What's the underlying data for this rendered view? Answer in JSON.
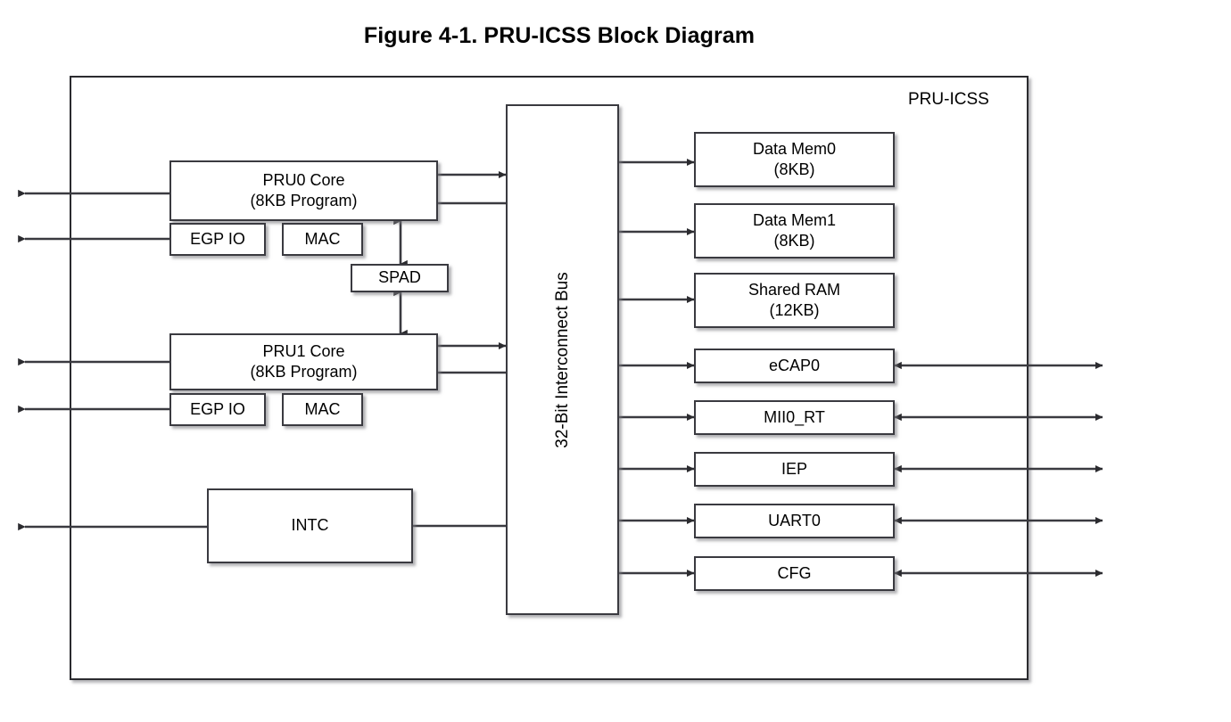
{
  "figure": {
    "title": "Figure 4-1. PRU-ICSS Block Diagram",
    "boundary_label": "PRU-ICSS"
  },
  "diagram_data": {
    "type": "block-diagram",
    "blocks": [
      {
        "id": "pru0_core",
        "label": "PRU0 Core",
        "sublabel": "(8KB Program)"
      },
      {
        "id": "pru0_egpio",
        "label": "EGP IO",
        "sublabel": ""
      },
      {
        "id": "pru0_mac",
        "label": "MAC",
        "sublabel": ""
      },
      {
        "id": "spad",
        "label": "SPAD",
        "sublabel": ""
      },
      {
        "id": "pru1_core",
        "label": "PRU1 Core",
        "sublabel": "(8KB Program)"
      },
      {
        "id": "pru1_egpio",
        "label": "EGP IO",
        "sublabel": ""
      },
      {
        "id": "pru1_mac",
        "label": "MAC",
        "sublabel": ""
      },
      {
        "id": "intc",
        "label": "INTC",
        "sublabel": ""
      },
      {
        "id": "bus",
        "label": "32-Bit Interconnect Bus",
        "sublabel": ""
      },
      {
        "id": "data_mem0",
        "label": "Data Mem0",
        "sublabel": "(8KB)"
      },
      {
        "id": "data_mem1",
        "label": "Data Mem1",
        "sublabel": "(8KB)"
      },
      {
        "id": "shared_ram",
        "label": "Shared RAM",
        "sublabel": "(12KB)"
      },
      {
        "id": "ecap0",
        "label": "eCAP0",
        "sublabel": ""
      },
      {
        "id": "mii0_rt",
        "label": "MII0_RT",
        "sublabel": ""
      },
      {
        "id": "iep",
        "label": "IEP",
        "sublabel": ""
      },
      {
        "id": "uart0",
        "label": "UART0",
        "sublabel": ""
      },
      {
        "id": "cfg",
        "label": "CFG",
        "sublabel": ""
      }
    ],
    "connections": [
      {
        "from": "external-left",
        "to": "pru0_core",
        "direction": "left"
      },
      {
        "from": "external-left",
        "to": "pru0_egpio",
        "direction": "both"
      },
      {
        "from": "pru0_core",
        "to": "bus",
        "direction": "right"
      },
      {
        "from": "bus",
        "to": "pru0_core",
        "direction": "left"
      },
      {
        "from": "pru0_mac",
        "to": "spad",
        "direction": "both"
      },
      {
        "from": "spad",
        "to": "pru1_core",
        "direction": "both"
      },
      {
        "from": "external-left",
        "to": "pru1_core",
        "direction": "left"
      },
      {
        "from": "external-left",
        "to": "pru1_egpio",
        "direction": "both"
      },
      {
        "from": "pru1_core",
        "to": "bus",
        "direction": "right"
      },
      {
        "from": "bus",
        "to": "pru1_core",
        "direction": "left"
      },
      {
        "from": "external-left",
        "to": "intc",
        "direction": "both"
      },
      {
        "from": "bus",
        "to": "intc",
        "direction": "left"
      },
      {
        "from": "bus",
        "to": "data_mem0",
        "direction": "right"
      },
      {
        "from": "bus",
        "to": "data_mem1",
        "direction": "right"
      },
      {
        "from": "bus",
        "to": "shared_ram",
        "direction": "right"
      },
      {
        "from": "bus",
        "to": "ecap0",
        "direction": "right"
      },
      {
        "from": "bus",
        "to": "mii0_rt",
        "direction": "right"
      },
      {
        "from": "bus",
        "to": "iep",
        "direction": "right"
      },
      {
        "from": "bus",
        "to": "uart0",
        "direction": "right"
      },
      {
        "from": "bus",
        "to": "cfg",
        "direction": "right"
      },
      {
        "from": "ecap0",
        "to": "external-right",
        "direction": "both"
      },
      {
        "from": "mii0_rt",
        "to": "external-right",
        "direction": "both"
      },
      {
        "from": "iep",
        "to": "external-right",
        "direction": "both"
      },
      {
        "from": "uart0",
        "to": "external-right",
        "direction": "both"
      },
      {
        "from": "cfg",
        "to": "external-right",
        "direction": "both"
      }
    ]
  },
  "blocks": {
    "pru0_core": {
      "label": "PRU0 Core",
      "sublabel": "(8KB Program)"
    },
    "pru0_egpio": {
      "label": "EGP IO"
    },
    "pru0_mac": {
      "label": "MAC"
    },
    "spad": {
      "label": "SPAD"
    },
    "pru1_core": {
      "label": "PRU1 Core",
      "sublabel": "(8KB Program)"
    },
    "pru1_egpio": {
      "label": "EGP IO"
    },
    "pru1_mac": {
      "label": "MAC"
    },
    "intc": {
      "label": "INTC"
    },
    "bus": {
      "label": "32-Bit Interconnect Bus"
    },
    "data_mem0": {
      "label": "Data Mem0",
      "sublabel": "(8KB)"
    },
    "data_mem1": {
      "label": "Data Mem1",
      "sublabel": "(8KB)"
    },
    "shared_ram": {
      "label": "Shared RAM",
      "sublabel": "(12KB)"
    },
    "ecap0": {
      "label": "eCAP0"
    },
    "mii0_rt": {
      "label": "MII0_RT"
    },
    "iep": {
      "label": "IEP"
    },
    "uart0": {
      "label": "UART0"
    },
    "cfg": {
      "label": "CFG"
    }
  },
  "colors": {
    "line": "#3a3a40",
    "text": "#000000",
    "background": "#ffffff"
  }
}
